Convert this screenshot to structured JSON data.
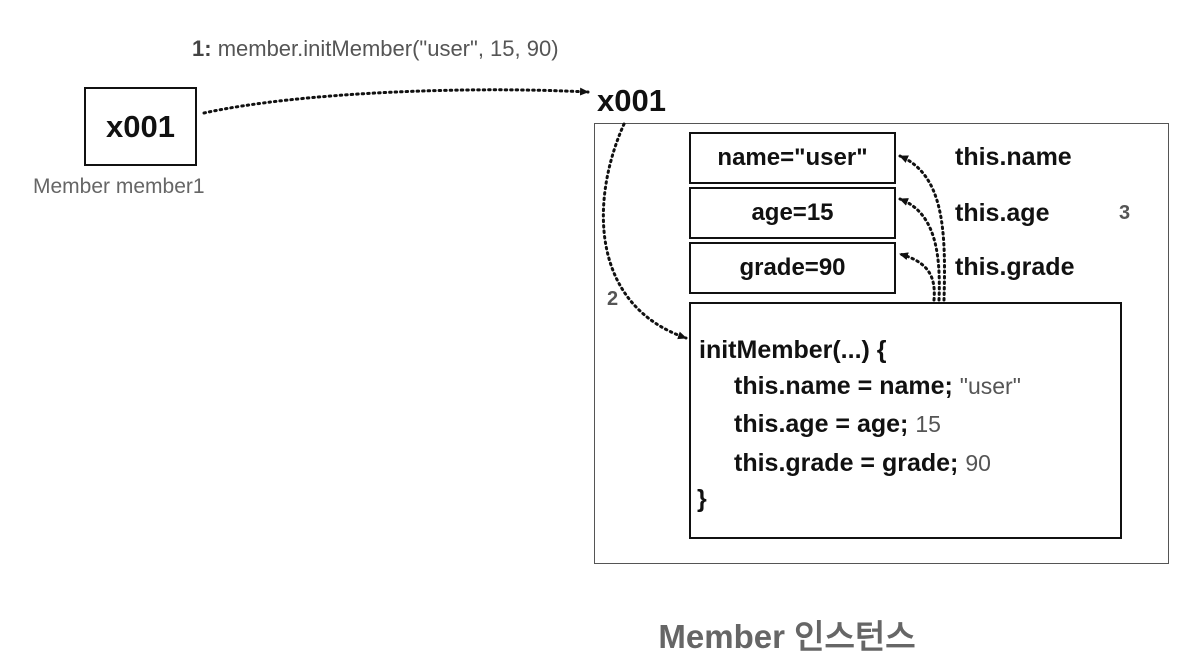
{
  "call": {
    "step": "1:",
    "text": "member.initMember(\"user\", 15, 90)"
  },
  "reference": {
    "address": "x001",
    "caption": "Member member1"
  },
  "instance": {
    "address": "x001",
    "caption": "Member 인스턴스",
    "fields": [
      {
        "text": "name=\"user\"",
        "this_label": "this.name"
      },
      {
        "text": "age=15",
        "this_label": "this.age"
      },
      {
        "text": "grade=90",
        "this_label": "this.grade"
      }
    ],
    "steps": {
      "two": "2",
      "three": "3"
    },
    "method": {
      "signature": "initMember(...) {",
      "lines": [
        {
          "code": "this.name = name;",
          "value": "\"user\""
        },
        {
          "code": "this.age = age;",
          "value": "15"
        },
        {
          "code": "this.grade = grade;",
          "value": "90"
        }
      ],
      "close": "}"
    }
  },
  "colors": {
    "stroke": "#111111",
    "frame": "#555555",
    "muted_text": "#666666"
  }
}
